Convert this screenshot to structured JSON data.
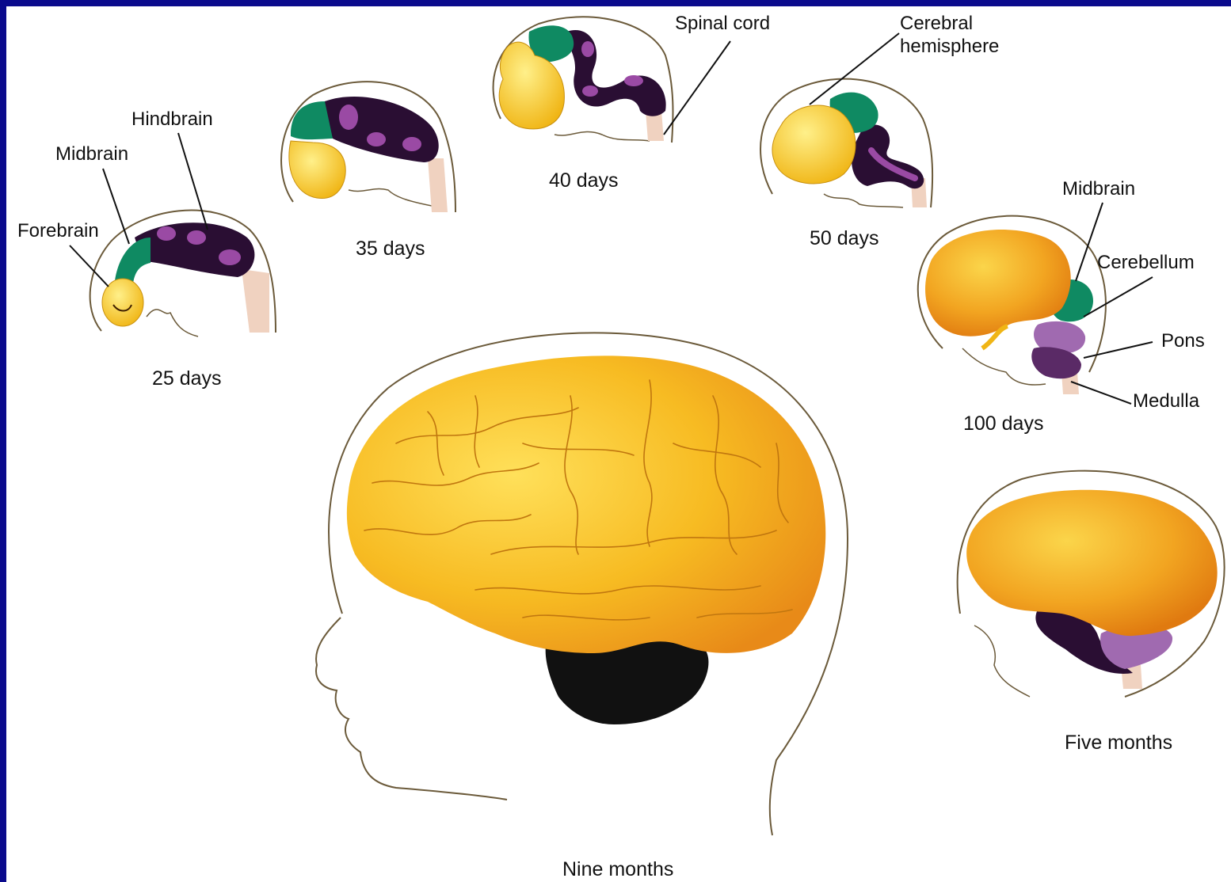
{
  "colors": {
    "frame": "#0a0a8c",
    "forebrain": "#f7c21a",
    "midbrain": "#0f8a62",
    "hindbrain": "#2a0e33",
    "hindbrain_spot": "#9a4aa4",
    "cerebrum": "#f0a020",
    "pons": "#a06ab0",
    "spinal_cord": "#f0d2c0"
  },
  "labels": {
    "spinal_cord": "Spinal cord",
    "cerebral_hemisphere": "Cerebral\nhemisphere",
    "hindbrain": "Hindbrain",
    "midbrain_early": "Midbrain",
    "forebrain": "Forebrain",
    "midbrain_late": "Midbrain",
    "cerebellum": "Cerebellum",
    "pons": "Pons",
    "medulla": "Medulla"
  },
  "captions": {
    "d25": "25 days",
    "d35": "35 days",
    "d40": "40 days",
    "d50": "50 days",
    "d100": "100 days",
    "five_months": "Five months",
    "nine_months": "Nine months"
  }
}
